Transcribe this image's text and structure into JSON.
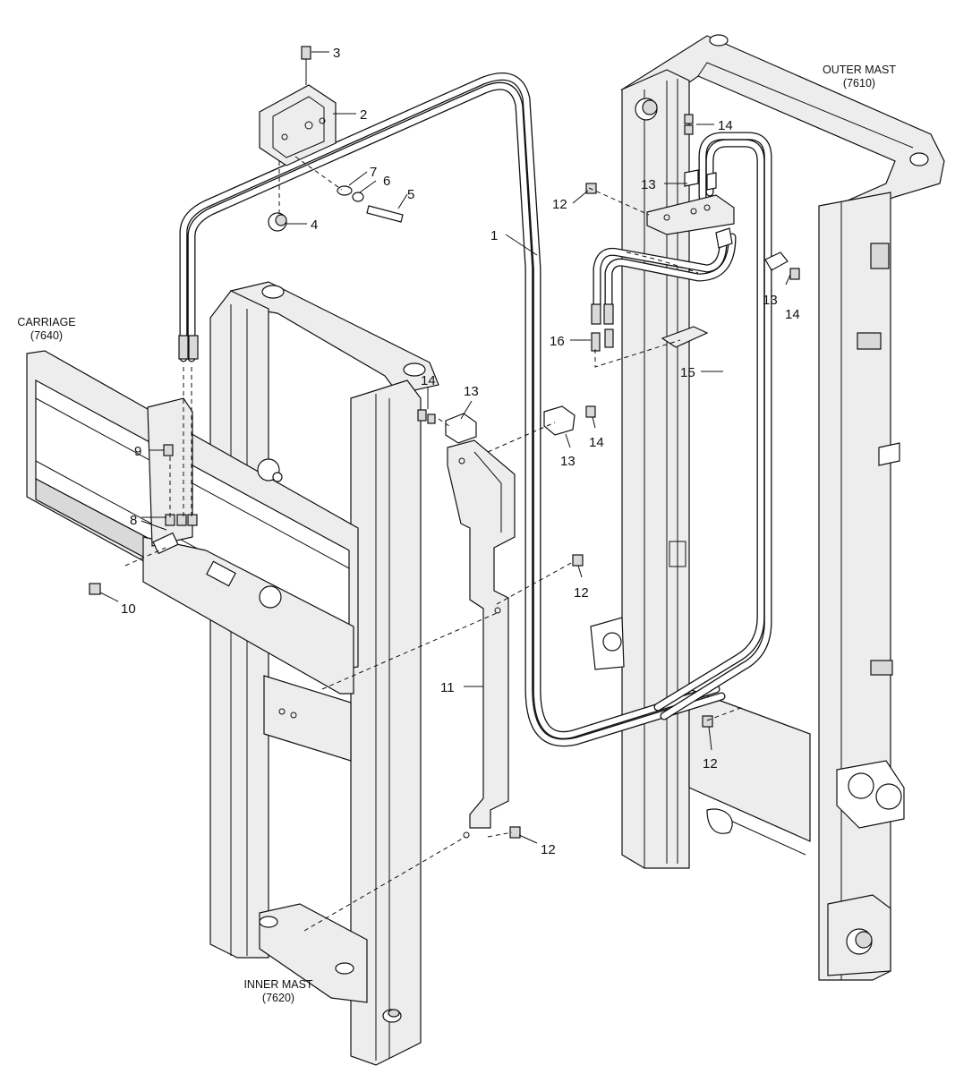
{
  "diagram": {
    "assemblies": {
      "outer_mast": {
        "name": "OUTER MAST",
        "code": "(7610)"
      },
      "carriage": {
        "name": "CARRIAGE",
        "code": "(7640)"
      },
      "inner_mast": {
        "name": "INNER MAST",
        "code": "(7620)"
      }
    },
    "callouts": [
      {
        "id": "c3",
        "label": "3"
      },
      {
        "id": "c2",
        "label": "2"
      },
      {
        "id": "c7",
        "label": "7"
      },
      {
        "id": "c6",
        "label": "6"
      },
      {
        "id": "c5",
        "label": "5"
      },
      {
        "id": "c4",
        "label": "4"
      },
      {
        "id": "c1",
        "label": "1"
      },
      {
        "id": "c14a",
        "label": "14"
      },
      {
        "id": "c13a",
        "label": "13"
      },
      {
        "id": "c12a",
        "label": "12"
      },
      {
        "id": "c13b",
        "label": "13"
      },
      {
        "id": "c14b",
        "label": "14"
      },
      {
        "id": "c16",
        "label": "16"
      },
      {
        "id": "c15",
        "label": "15"
      },
      {
        "id": "c14c",
        "label": "14"
      },
      {
        "id": "c13c",
        "label": "13"
      },
      {
        "id": "c13d",
        "label": "13"
      },
      {
        "id": "c14d",
        "label": "14"
      },
      {
        "id": "c9",
        "label": "9"
      },
      {
        "id": "c8",
        "label": "8"
      },
      {
        "id": "c10",
        "label": "10"
      },
      {
        "id": "c12b",
        "label": "12"
      },
      {
        "id": "c11",
        "label": "11"
      },
      {
        "id": "c12c",
        "label": "12"
      },
      {
        "id": "c12d",
        "label": "12"
      }
    ]
  }
}
